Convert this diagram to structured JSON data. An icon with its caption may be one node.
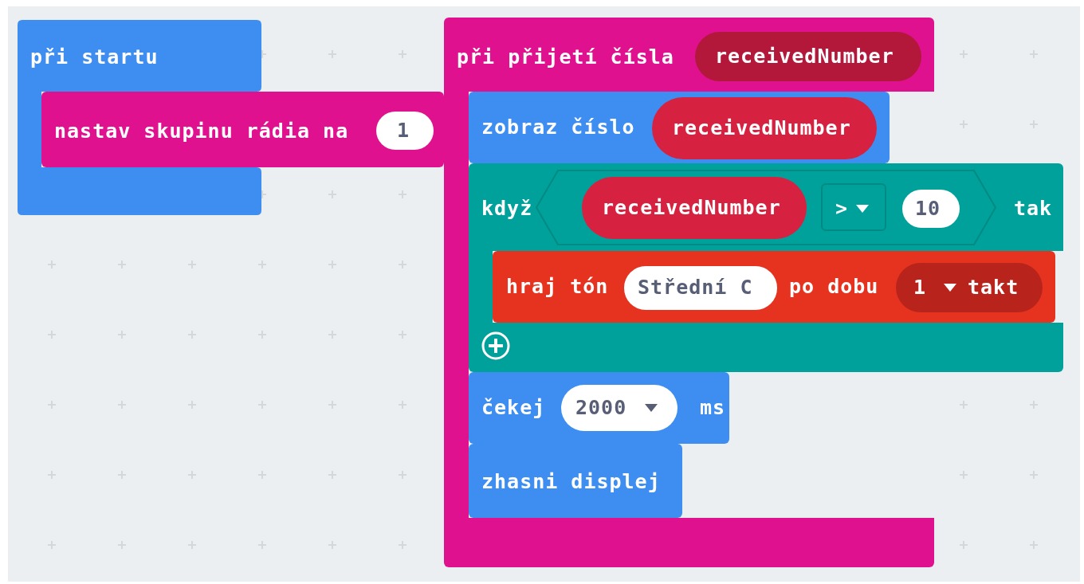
{
  "diagram": {
    "nodes": [
      {
        "text": [
          "při startu"
        ]
      },
      {
        "text": [
          "nastav skupinu rádia na"
        ]
      },
      {
        "text": [
          "1"
        ],
        "in": 1
      },
      {
        "text": [
          "při přijetí čísla"
        ]
      },
      {
        "text": [
          "receivedNumber"
        ],
        "in": 3
      },
      {
        "text": [
          "zobraz číslo"
        ],
        "in": 3
      },
      {
        "text": [
          "receivedNumber"
        ],
        "in": 5
      },
      {
        "text": [
          "když",
          "tak"
        ]
      },
      {
        "text": [],
        "shape": "hexagon",
        "in": 7
      },
      {
        "text": [
          "receivedNumber"
        ],
        "in": 8
      },
      {
        "text": [
          ">"
        ],
        "in": 8
      },
      {
        "text": [
          "10"
        ],
        "in": 8
      },
      {
        "text": [
          "hraj tón",
          "po dobu"
        ],
        "in": 7
      },
      {
        "text": [
          "Střední C"
        ]
      },
      {
        "text": [
          "1",
          "takt"
        ],
        "in": 12
      },
      {
        "text": [
          "čekej",
          "ms"
        ],
        "in": 3
      },
      {
        "text": [
          "2000"
        ],
        "in": 15
      },
      {
        "text": [
          "zhasni displej"
        ],
        "in": 3
      }
    ]
  }
}
